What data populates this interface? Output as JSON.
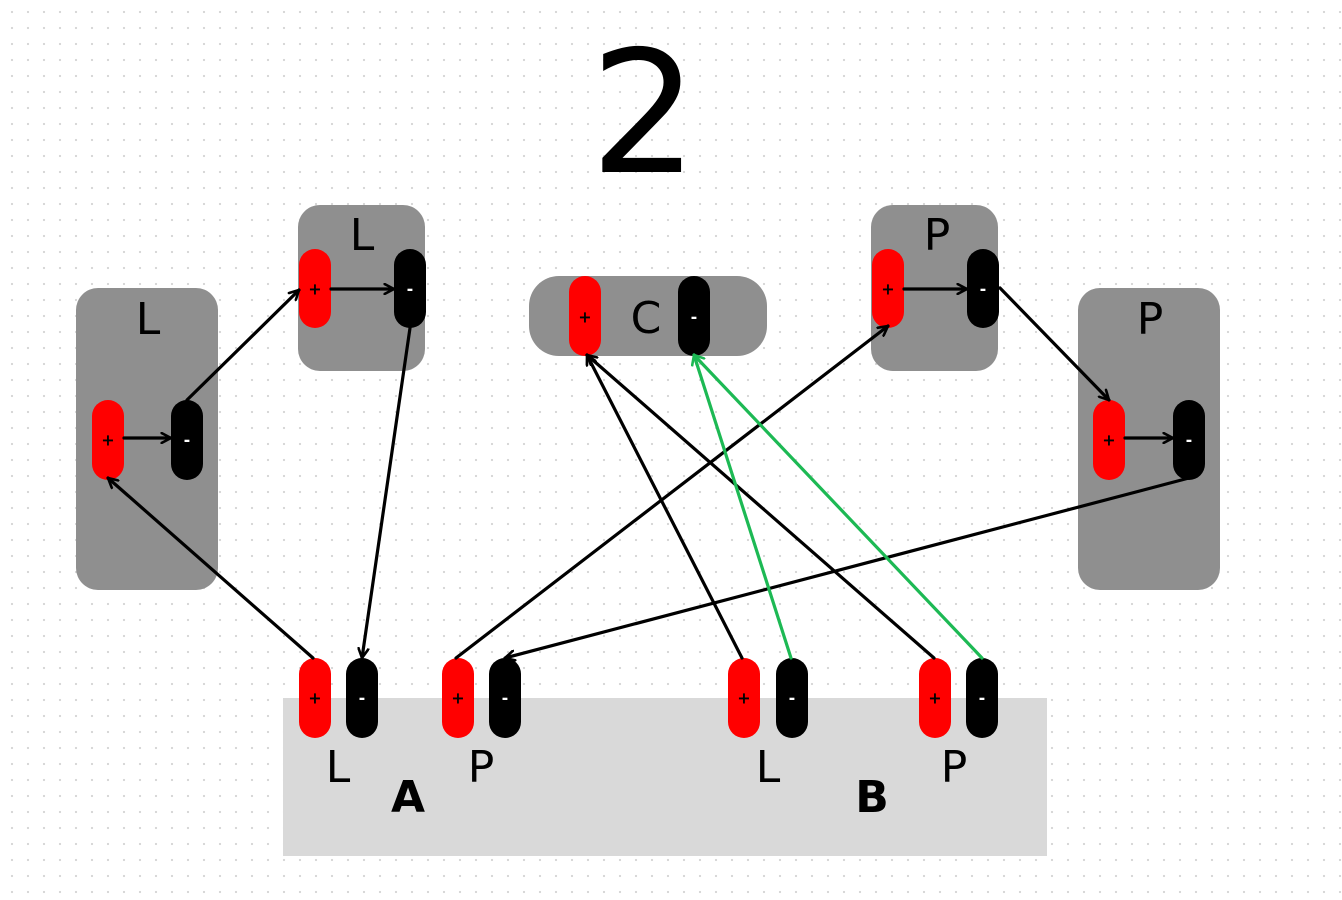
{
  "title": "2",
  "colors": {
    "positive": "#ff0000",
    "negative": "#000000",
    "speaker_box": "#8f8f8f",
    "amp_panel": "#d9d9d9",
    "wire_default": "#000000",
    "wire_highlight": "#1db954"
  },
  "terminal_signs": {
    "positive": "+",
    "negative": "-"
  },
  "speakers": [
    {
      "id": "left-lower",
      "label": "L"
    },
    {
      "id": "left-upper",
      "label": "L"
    },
    {
      "id": "center",
      "label": "C"
    },
    {
      "id": "right-upper",
      "label": "P"
    },
    {
      "id": "right-lower",
      "label": "P"
    }
  ],
  "amplifier": {
    "groups": [
      {
        "name": "A",
        "channels": [
          {
            "label": "L"
          },
          {
            "label": "P"
          }
        ]
      },
      {
        "name": "B",
        "channels": [
          {
            "label": "L"
          },
          {
            "label": "P"
          }
        ]
      }
    ]
  },
  "connections": [
    {
      "from": "A.L.+",
      "to": "left-lower.+",
      "color": "black"
    },
    {
      "from": "left-lower.-",
      "to": "left-upper.+",
      "color": "black"
    },
    {
      "from": "left-upper.-",
      "to": "A.L.-",
      "color": "black"
    },
    {
      "from": "A.P.+",
      "to": "right-upper.+",
      "color": "black"
    },
    {
      "from": "right-upper.-",
      "to": "right-lower.+",
      "color": "black"
    },
    {
      "from": "right-lower.-",
      "to": "A.P.-",
      "color": "black"
    },
    {
      "from": "B.L.+",
      "to": "center.+",
      "color": "black"
    },
    {
      "from": "B.P.+",
      "to": "center.+",
      "color": "black"
    },
    {
      "from": "B.L.-",
      "to": "center.-",
      "color": "green"
    },
    {
      "from": "B.P.-",
      "to": "center.-",
      "color": "green"
    }
  ]
}
